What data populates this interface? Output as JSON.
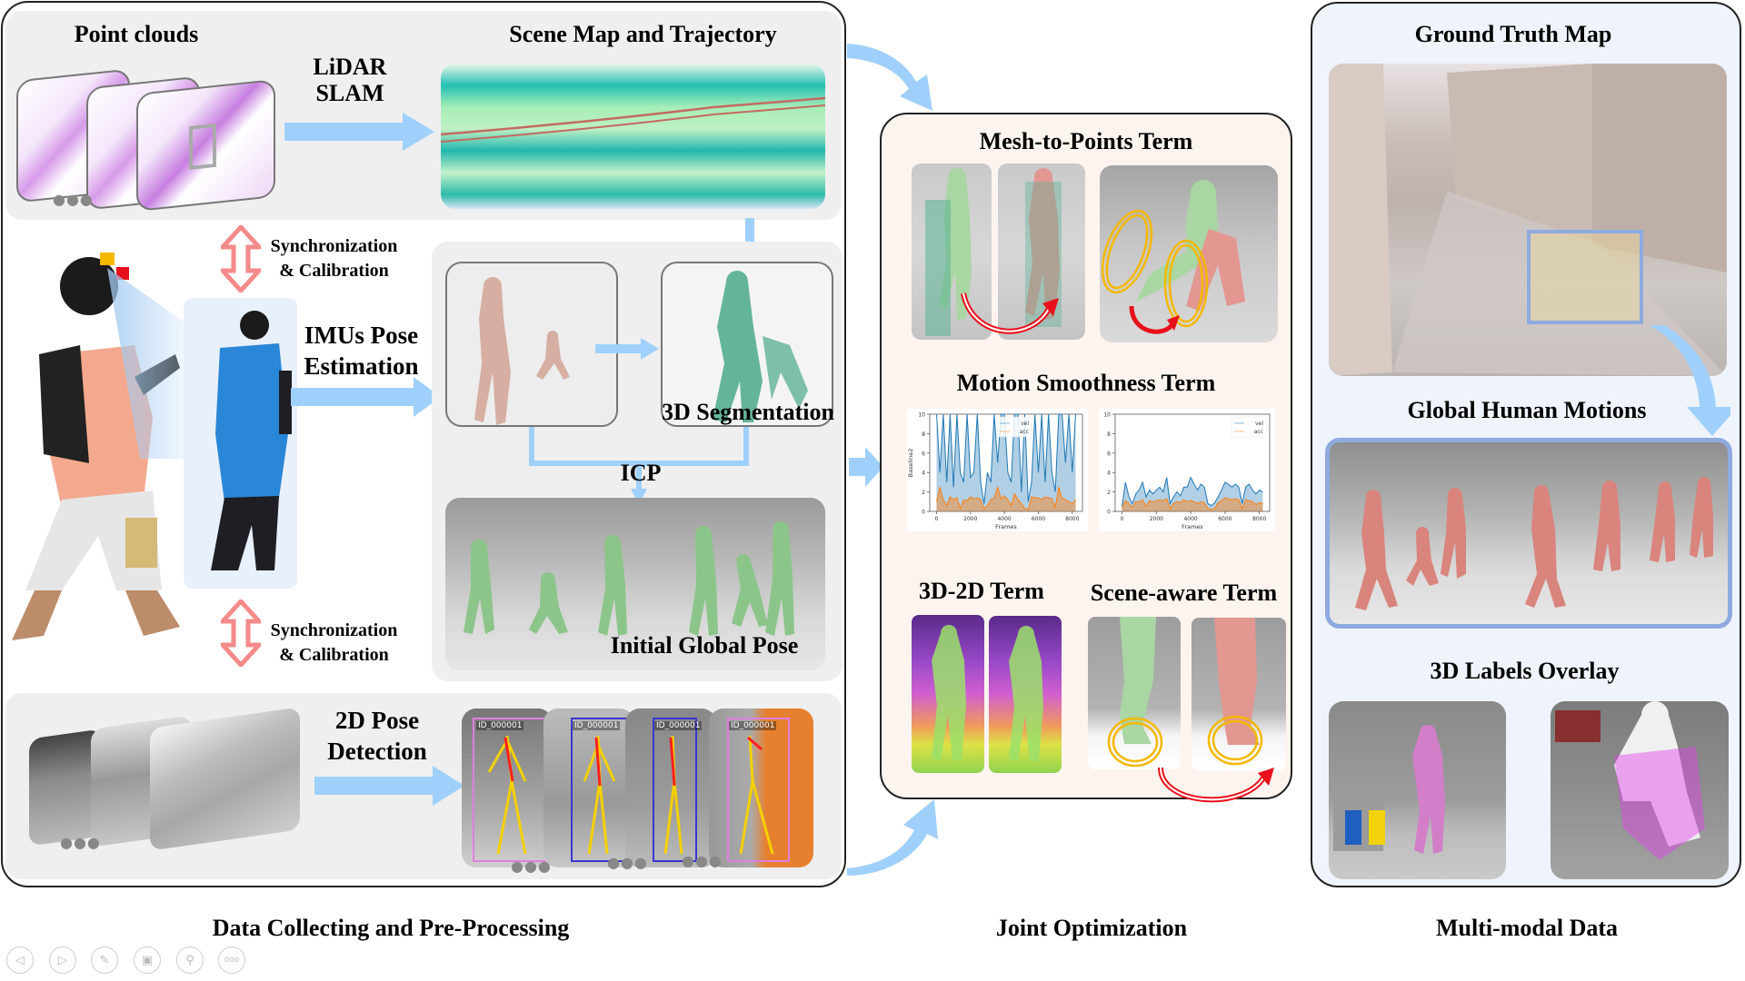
{
  "colors": {
    "arrow_blue": "#9fd0fb",
    "sync_arrow": "#f58a8a",
    "left_panel_bg": "#f2f2f2",
    "middle_panel_bg": "#fdf4ef",
    "right_panel_bg": "#eff3fb",
    "highlight_box": "#8eaadf",
    "vel_series": "#1f77b4",
    "acc_series": "#ff7f0e",
    "circle_highlight": "#f5b800",
    "curve_arrow_red": "#e8101a"
  },
  "sections": {
    "data_collecting": "Data Collecting and Pre-Processing",
    "joint_optimization": "Joint Optimization",
    "multimodal": "Multi-modal Data"
  },
  "left": {
    "point_clouds": "Point clouds",
    "lidar_slam": [
      "LiDAR",
      "SLAM"
    ],
    "scene_map": "Scene Map and Trajectory",
    "sync_top": [
      "Synchronization",
      "& Calibration"
    ],
    "sync_bottom": [
      "Synchronization",
      "& Calibration"
    ],
    "imu_pose": [
      "IMUs Pose",
      "Estimation"
    ],
    "segmentation": "3D Segmentation",
    "icp": "ICP",
    "initial_pose": "Initial Global Pose",
    "pose_detection": [
      "2D Pose",
      "Detection"
    ],
    "more_dots": "●●●",
    "track_ids": [
      "ID_000001",
      "ID_000001",
      "ID_000001",
      "ID_000001"
    ]
  },
  "middle": {
    "mesh_to_points": "Mesh-to-Points Term",
    "motion_smoothness": "Motion Smoothness Term",
    "term_3d2d": "3D-2D Term",
    "scene_aware": "Scene-aware Term"
  },
  "right": {
    "ground_truth": "Ground Truth Map",
    "global_motions": "Global Human Motions",
    "labels_overlay": "3D Labels Overlay"
  },
  "controls": [
    {
      "name": "previous-slide",
      "icon": "chevron-left-icon",
      "glyph": "◁"
    },
    {
      "name": "next-slide",
      "icon": "chevron-right-icon",
      "glyph": "▷"
    },
    {
      "name": "pen",
      "icon": "pen-icon",
      "glyph": "✎"
    },
    {
      "name": "slides-overview",
      "icon": "grid-icon",
      "glyph": "▣"
    },
    {
      "name": "zoom",
      "icon": "magnifier-icon",
      "glyph": "⚲"
    },
    {
      "name": "more",
      "icon": "more-icon",
      "glyph": "ooo"
    }
  ],
  "chart_data": [
    {
      "type": "line",
      "title": "",
      "xlabel": "Frames",
      "ylabel": "Baseline2",
      "xlim": [
        -400,
        8600
      ],
      "ylim": [
        0,
        10
      ],
      "xticks": [
        0,
        2000,
        4000,
        6000,
        8000
      ],
      "yticks": [
        0,
        2,
        4,
        6,
        8,
        10
      ],
      "legend": {
        "position": "top-center",
        "entries": [
          "vel",
          "acc"
        ]
      },
      "series": [
        {
          "name": "vel",
          "x": [
            0,
            200,
            400,
            600,
            800,
            1000,
            1200,
            1400,
            1600,
            1800,
            2000,
            2200,
            2400,
            2600,
            2800,
            3000,
            3200,
            3400,
            3600,
            3800,
            4000,
            4200,
            4400,
            4600,
            4800,
            5000,
            5200,
            5400,
            5600,
            5800,
            6000,
            6200,
            6400,
            6600,
            6800,
            7000,
            7200,
            7400,
            7600,
            7800,
            8000,
            8200
          ],
          "values": [
            10,
            4,
            10,
            3,
            10,
            2.5,
            10,
            4,
            3,
            10,
            3.5,
            4,
            10,
            3,
            0.8,
            4,
            3,
            10,
            5,
            10,
            10,
            4,
            3,
            10,
            10,
            2,
            10,
            1,
            3,
            10,
            4,
            10,
            3,
            10,
            4,
            2,
            10,
            10,
            5,
            10,
            4,
            10
          ]
        },
        {
          "name": "acc",
          "x": [
            0,
            200,
            400,
            600,
            800,
            1000,
            1200,
            1400,
            1600,
            1800,
            2000,
            2200,
            2400,
            2600,
            2800,
            3000,
            3200,
            3400,
            3600,
            3800,
            4000,
            4200,
            4400,
            4600,
            4800,
            5000,
            5200,
            5400,
            5600,
            5800,
            6000,
            6200,
            6400,
            6600,
            6800,
            7000,
            7200,
            7400,
            7600,
            7800,
            8000,
            8200
          ],
          "values": [
            1,
            2.5,
            1.2,
            0.6,
            1.5,
            1.2,
            1.4,
            0.3,
            1.2,
            1.1,
            1.5,
            1.3,
            1.4,
            1.2,
            0.3,
            0.6,
            1.2,
            1.4,
            2.5,
            1.3,
            1.6,
            1.2,
            0.6,
            1.8,
            1.2,
            0.8,
            0.3,
            0.2,
            1.5,
            1.4,
            1.4,
            1.2,
            1.5,
            1.4,
            1.3,
            0.4,
            2.5,
            1.4,
            1.2,
            1.0,
            0.8,
            1.2
          ]
        }
      ]
    },
    {
      "type": "line",
      "title": "",
      "xlabel": "Frames",
      "ylabel": "",
      "xlim": [
        -400,
        8600
      ],
      "ylim": [
        0,
        10
      ],
      "xticks": [
        0,
        2000,
        4000,
        6000,
        8000
      ],
      "yticks": [
        0,
        2,
        4,
        6,
        8,
        10
      ],
      "legend": {
        "position": "top-right",
        "entries": [
          "vel",
          "acc"
        ]
      },
      "series": [
        {
          "name": "vel",
          "x": [
            0,
            200,
            400,
            600,
            800,
            1000,
            1200,
            1400,
            1600,
            1800,
            2000,
            2200,
            2400,
            2600,
            2800,
            3000,
            3200,
            3400,
            3600,
            3800,
            4000,
            4200,
            4400,
            4600,
            4800,
            5000,
            5200,
            5400,
            5600,
            5800,
            6000,
            6200,
            6400,
            6600,
            6800,
            7000,
            7200,
            7400,
            7600,
            7800,
            8000,
            8200
          ],
          "values": [
            0.5,
            3,
            1.5,
            0.8,
            1.8,
            2.2,
            3,
            1.5,
            2.2,
            1.8,
            2.2,
            2.5,
            2,
            3.5,
            0.8,
            1.5,
            2,
            1.6,
            2.5,
            2.5,
            3.5,
            2.8,
            2.2,
            2.8,
            2.5,
            0.8,
            0.6,
            0.9,
            1.5,
            2.2,
            3,
            2.8,
            2.5,
            2.8,
            2.5,
            0.8,
            2.5,
            2.8,
            2.2,
            1.8,
            2.2,
            2
          ]
        },
        {
          "name": "acc",
          "x": [
            0,
            200,
            400,
            600,
            800,
            1000,
            1200,
            1400,
            1600,
            1800,
            2000,
            2200,
            2400,
            2600,
            2800,
            3000,
            3200,
            3400,
            3600,
            3800,
            4000,
            4200,
            4400,
            4600,
            4800,
            5000,
            5200,
            5400,
            5600,
            5800,
            6000,
            6200,
            6400,
            6600,
            6800,
            7000,
            7200,
            7400,
            7600,
            7800,
            8000,
            8200
          ],
          "values": [
            0.3,
            1.1,
            0.8,
            0.4,
            1,
            1,
            1.2,
            0.5,
            1.1,
            1,
            1.1,
            1.2,
            1.1,
            1.3,
            0.3,
            0.8,
            1,
            0.9,
            1.2,
            1,
            1.1,
            1,
            0.8,
            1,
            0.9,
            0.3,
            0.2,
            0.3,
            0.9,
            1.1,
            1.4,
            1.3,
            1.2,
            1.3,
            1.2,
            0.3,
            1.2,
            1.1,
            1,
            0.7,
            0.9,
            0.8
          ]
        }
      ]
    }
  ]
}
